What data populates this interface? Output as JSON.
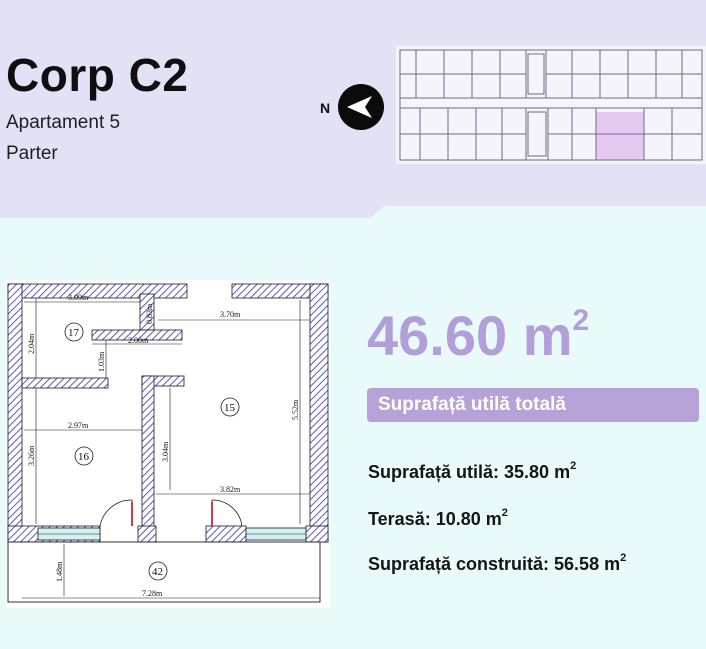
{
  "building": {
    "title": "Corp C2",
    "apartment": "Apartament 5",
    "floor": "Parter"
  },
  "compass": {
    "label": "N",
    "icon": "north-arrow-icon"
  },
  "area": {
    "value": "46.60 m",
    "unit_exp": "2",
    "badge": "Suprafață utilă totală"
  },
  "specs": {
    "usable_label": "Suprafață utilă: 35.80 m",
    "terrace_label": "Terasă: 10.80 m",
    "built_label": "Suprafață construită: 56.58 m",
    "exp": "2"
  },
  "plan": {
    "rooms": [
      "17",
      "16",
      "15",
      "42"
    ],
    "dims": {
      "d1": "3.09m",
      "d2": "0.83m",
      "d3": "3.70m",
      "d4": "2.04m",
      "d5": "2.00m",
      "d6": "1.03m",
      "d7": "2.97m",
      "d8": "5.52m",
      "d9": "3.26m",
      "d10": "3.04m",
      "d11": "3.82m",
      "d12": "1.48m",
      "d13": "7.28m"
    }
  },
  "colors": {
    "header_bg": "#e1e2f6",
    "page_bg": "#e9fafa",
    "accent": "#b29ed8",
    "badge": "#b7a2d8",
    "wall_hatch": "#5a58c8",
    "mini_highlight": "#e6c9f0"
  }
}
